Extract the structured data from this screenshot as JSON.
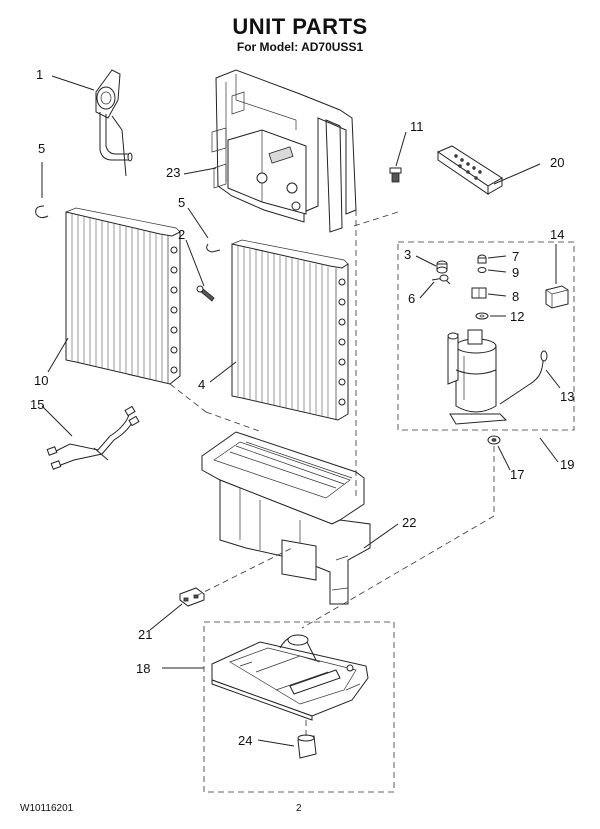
{
  "header": {
    "title": "UNIT PARTS",
    "subtitle": "For Model: AD70USS1"
  },
  "callouts": {
    "c1": "1",
    "c2": "2",
    "c3": "3",
    "c4": "4",
    "c5a": "5",
    "c5b": "5",
    "c6": "6",
    "c7": "7",
    "c8": "8",
    "c9": "9",
    "c10": "10",
    "c11": "11",
    "c12": "12",
    "c13": "13",
    "c14": "14",
    "c15": "15",
    "c17": "17",
    "c18": "18",
    "c19": "19",
    "c20": "20",
    "c21": "21",
    "c22": "22",
    "c23": "23",
    "c24": "24"
  },
  "footer": {
    "doc_number": "W10116201",
    "page_number": "2"
  }
}
